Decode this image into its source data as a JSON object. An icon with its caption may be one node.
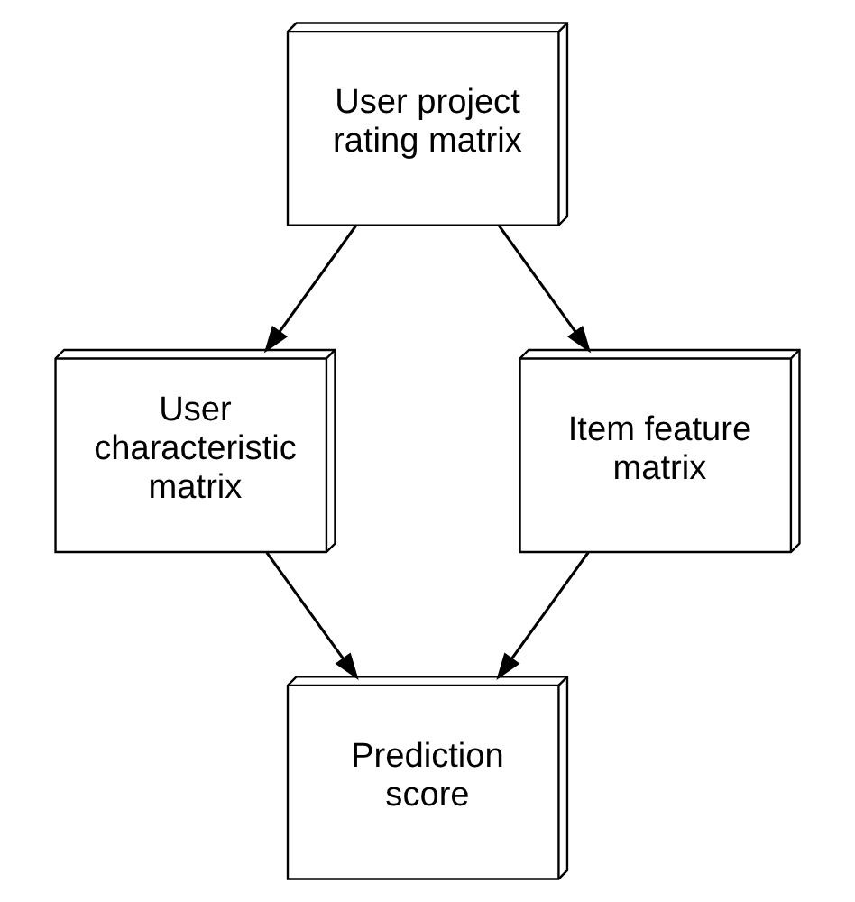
{
  "diagram": {
    "nodes": [
      {
        "text": [
          "User project rating matrix"
        ]
      },
      {
        "text": [
          "User characteristic matrix"
        ]
      },
      {
        "text": [
          "Item feature matrix"
        ]
      },
      {
        "text": [
          "Prediction score"
        ]
      }
    ],
    "edges": [
      {
        "from": 0,
        "to": 1,
        "arrow": "to"
      },
      {
        "from": 0,
        "to": 2,
        "arrow": "to"
      },
      {
        "from": 1,
        "to": 3,
        "arrow": "to"
      },
      {
        "from": 2,
        "to": 3,
        "arrow": "to"
      }
    ]
  }
}
